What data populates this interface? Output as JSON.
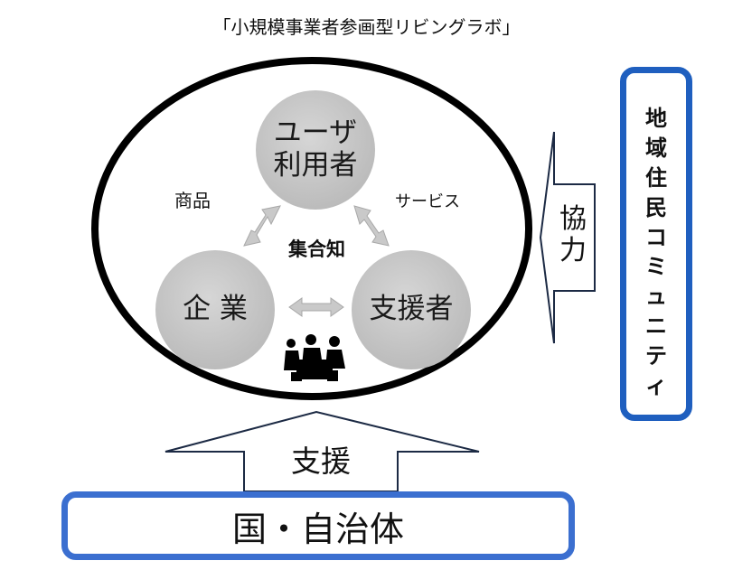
{
  "title": "「小規模事業者参画型リビングラボ」",
  "nodes": {
    "user_line1": "ユーザ",
    "user_line2": "利用者",
    "company": "企 業",
    "supporter": "支援者"
  },
  "labels": {
    "products": "商品",
    "services": "サービス",
    "collective_knowledge": "集合知",
    "cooperation_line1": "協",
    "cooperation_line2": "力",
    "support": "支援"
  },
  "community": {
    "chars": [
      "地",
      "域",
      "住",
      "民",
      "コ",
      "ミ",
      "ュ",
      "ニ",
      "テ",
      "ィ"
    ]
  },
  "government": "国・自治体",
  "icons": [
    "people-group-icon"
  ],
  "colors": {
    "community_border": "#1f5fbf",
    "government_border": "#3b6fd0",
    "circle_fill": "#c8c8c8",
    "ellipse_stroke": "#000000"
  }
}
